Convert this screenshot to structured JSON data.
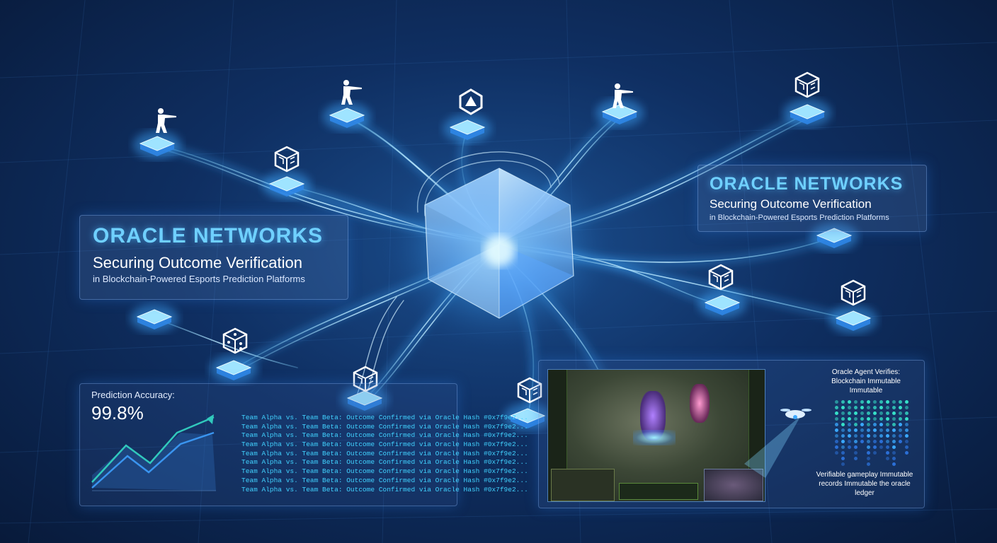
{
  "panel_left": {
    "title": "ORACLE NETWORKS",
    "subtitle": "Securing Outcome Verification",
    "caption": "in Blockchain-Powered Esports Prediction Platforms"
  },
  "panel_right": {
    "title": "ORACLE NETWORKS",
    "subtitle": "Securing Outcome Verification",
    "caption": "in Blockchain-Powered Esports Prediction Platforms"
  },
  "stats": {
    "label": "Prediction Accuracy:",
    "value": "99.8%"
  },
  "ledger": {
    "entries": [
      "Team Alpha vs. Team Beta: Outcome Confirmed via Oracle Hash #0x7f9e2...",
      "Team Alpha vs. Team Beta: Outcome Confirmed via Oracle Hash #0x7f9e2...",
      "Team Alpha vs. Team Beta: Outcome Confirmed via Oracle Hash #0x7f9e2...",
      "Team Alpha vs. Team Beta: Outcome Confirmed via Oracle Hash #0x7f9e2...",
      "Team Alpha vs. Team Beta: Outcome Confirmed via Oracle Hash #0x7f9e2...",
      "Team Alpha vs. Team Beta: Outcome Confirmed via Oracle Hash #0x7f9e2...",
      "Team Alpha vs. Team Beta: Outcome Confirmed via Oracle Hash #0x7f9e2...",
      "Team Alpha vs. Team Beta: Outcome Confirmed via Oracle Hash #0x7f9e2...",
      "Team Alpha vs. Team Beta: Outcome Confirmed via Oracle Hash #0x7f9e2..."
    ]
  },
  "game_panel": {
    "verify_text": "Oracle Agent Verifies: Blockchain Immutable Immutable",
    "footer_text": "Verifiable gameplay Immutable records Immutable the oracle ledger"
  },
  "nodes": [
    {
      "id": "node-sniper-left",
      "icon": "shooter-icon"
    },
    {
      "id": "node-shooter-top",
      "icon": "shooter-icon"
    },
    {
      "id": "node-emblem-top",
      "icon": "emblem-icon"
    },
    {
      "id": "node-shooter-right",
      "icon": "shooter-icon"
    },
    {
      "id": "node-cube-topright",
      "icon": "cube-icon"
    },
    {
      "id": "node-cube-left",
      "icon": "cube-icon"
    },
    {
      "id": "node-cube-right-1",
      "icon": "cube-icon"
    },
    {
      "id": "node-cube-right-2",
      "icon": "cube-icon"
    },
    {
      "id": "node-dice-left",
      "icon": "dice-icon"
    },
    {
      "id": "node-cube-bottom",
      "icon": "cube-icon"
    },
    {
      "id": "node-cube-bottom-right",
      "icon": "cube-icon"
    }
  ],
  "colors": {
    "accent": "#6fd0ff",
    "glow": "#3fa9ff",
    "ledger_text": "#41d2ff",
    "chart_line_1": "#2fe0c0",
    "chart_line_2": "#3aa0ff"
  }
}
